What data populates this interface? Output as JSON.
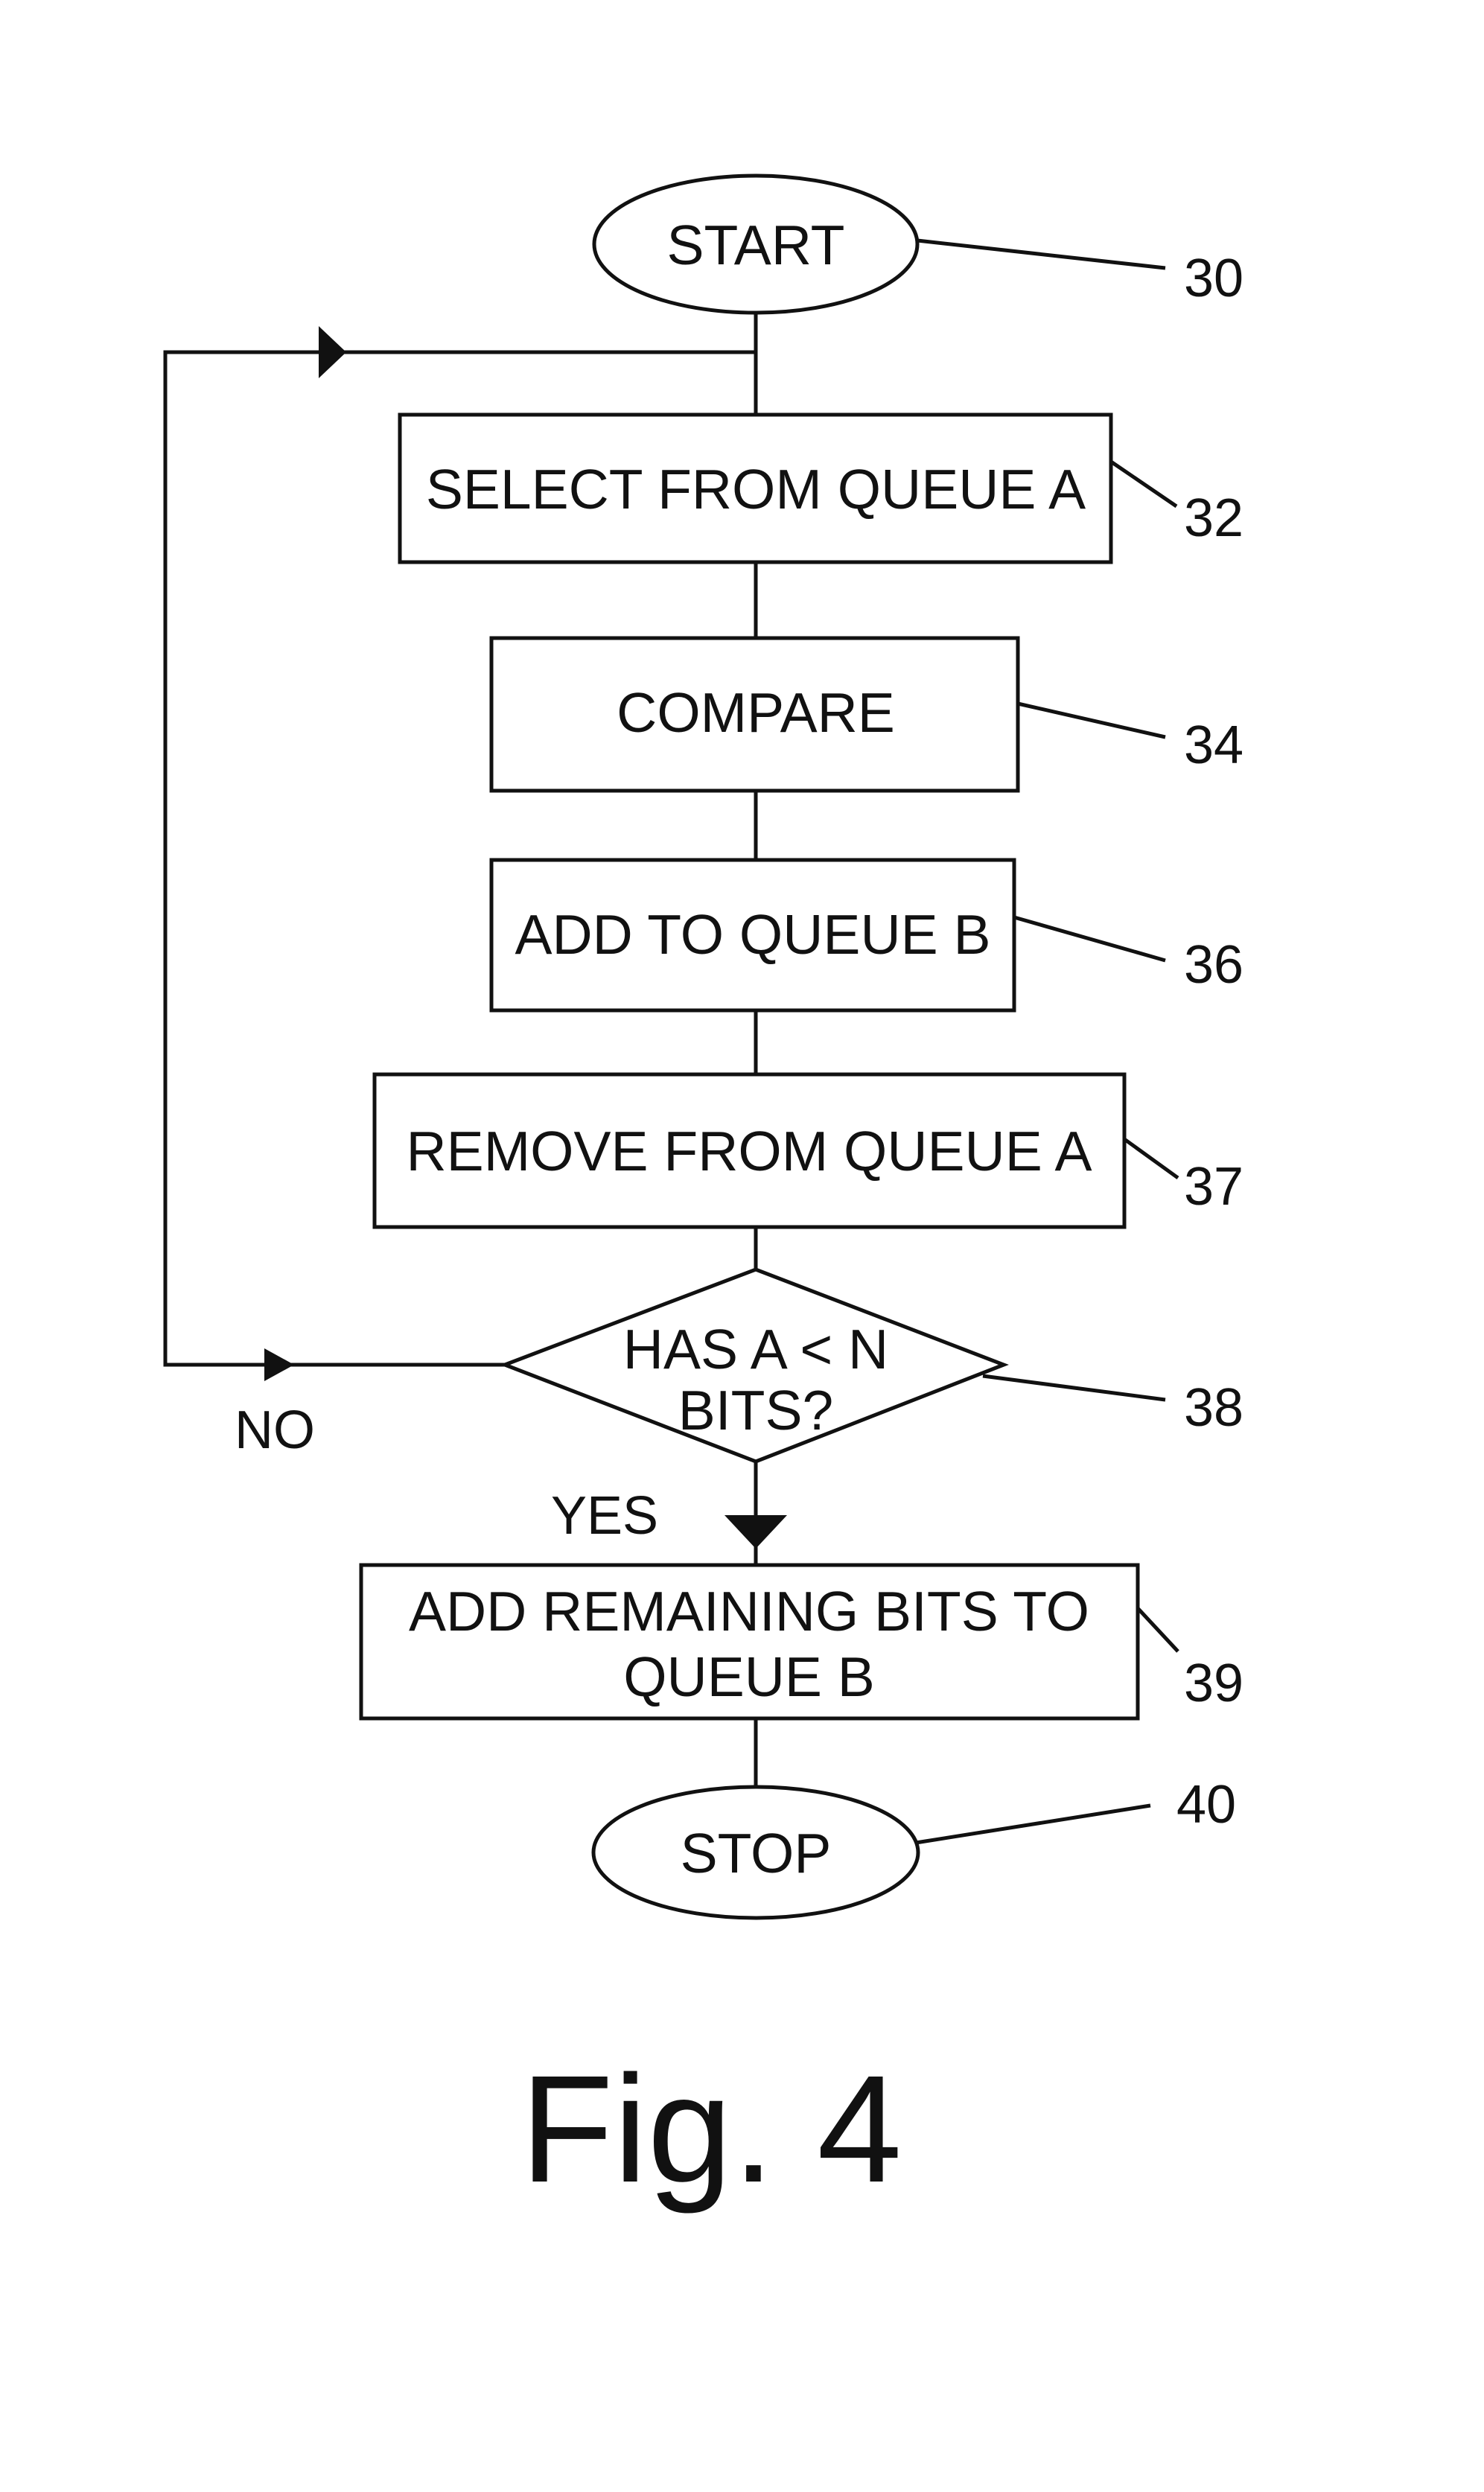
{
  "nodes": {
    "start": {
      "label": "START",
      "ref": "30"
    },
    "select": {
      "label": "SELECT FROM QUEUE A",
      "ref": "32"
    },
    "compare": {
      "label": "COMPARE",
      "ref": "34"
    },
    "add_b": {
      "label": "ADD TO QUEUE B",
      "ref": "36"
    },
    "remove_a": {
      "label": "REMOVE FROM QUEUE A",
      "ref": "37"
    },
    "decision": {
      "line1": "HAS A < N",
      "line2": "BITS?",
      "ref": "38"
    },
    "add_remaining": {
      "line1": "ADD REMAINING BITS TO",
      "line2": "QUEUE B",
      "ref": "39"
    },
    "stop": {
      "label": "STOP",
      "ref": "40"
    }
  },
  "branches": {
    "no": "NO",
    "yes": "YES"
  },
  "caption": "Fig. 4"
}
